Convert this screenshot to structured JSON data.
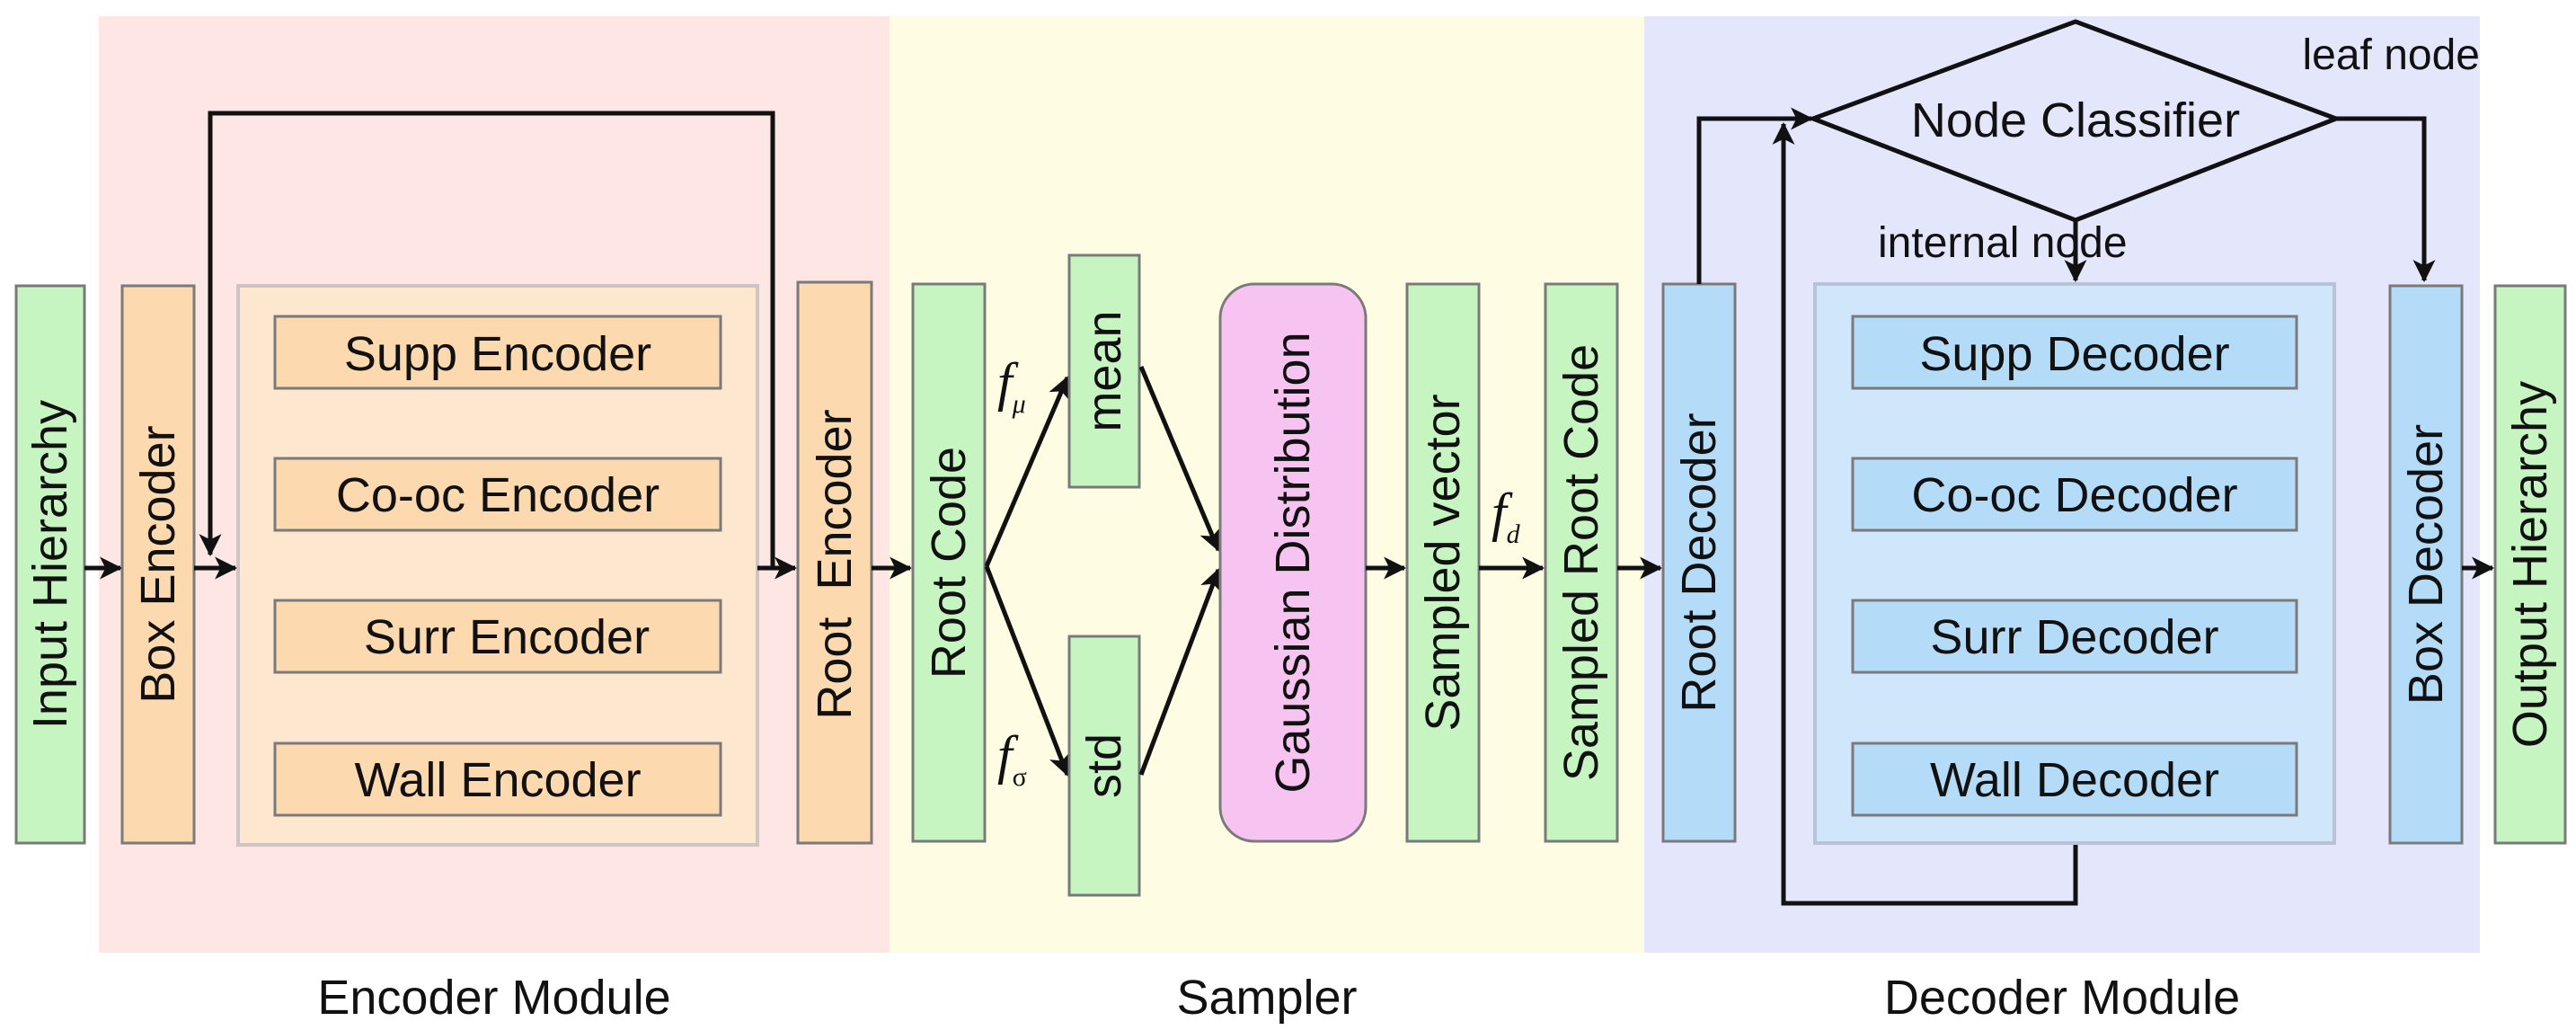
{
  "modules": {
    "encoder": {
      "label": "Encoder Module",
      "bg": "#fde6e4"
    },
    "sampler": {
      "label": "Sampler",
      "bg": "#fefde4"
    },
    "decoder": {
      "label": "Decoder Module",
      "bg": "#e4e6fb"
    }
  },
  "encoder": {
    "input": "Input Hierarchy",
    "box_encoder": "Box Encoder",
    "sub_encoders": [
      "Supp Encoder",
      "Co-oc Encoder",
      "Surr Encoder",
      "Wall Encoder"
    ],
    "root_encoder": "Root  Encoder"
  },
  "sampler": {
    "root_code": "Root Code",
    "f_mu": "f",
    "f_mu_sub": "μ",
    "f_sigma": "f",
    "f_sigma_sub": "σ",
    "mean": "mean",
    "std": "std",
    "gaussian": "Gaussian Distribution",
    "sampled_vector": "Sampled vector",
    "f_d": "f",
    "f_d_sub": "d",
    "sampled_root_code": "Sampled Root Code"
  },
  "decoder": {
    "root_decoder": "Root Decoder",
    "node_classifier": "Node Classifier",
    "leaf_node": "leaf node",
    "internal_node": "internal node",
    "sub_decoders": [
      "Supp Decoder",
      "Co-oc Decoder",
      "Surr Decoder",
      "Wall Decoder"
    ],
    "box_decoder": "Box Decoder",
    "output": "Output Hierarchy"
  },
  "colors": {
    "green": "#c6f5c2",
    "orange": "#fcd9ae",
    "orange_panel": "#fde8cf",
    "pink": "#f7c4f2",
    "blue": "#b4dcf9",
    "blue_panel": "#cfe6fb",
    "border": "#7a7a7a"
  }
}
